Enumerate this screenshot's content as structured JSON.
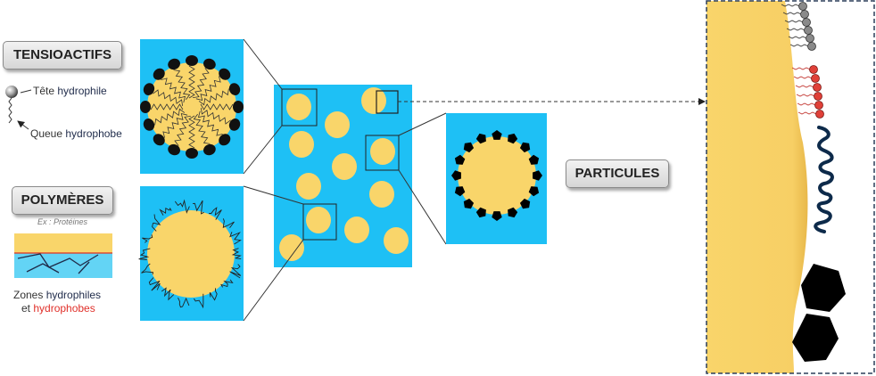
{
  "labels": {
    "surfactants": "TENSIOACTIFS",
    "polymers": "POLYMÈRES",
    "particles": "PARTICULES"
  },
  "surfactant_legend": {
    "head_prefix": "Tête ",
    "head_word": "hydrophile",
    "tail_prefix": "Queue ",
    "tail_word": "hydrophobe"
  },
  "polymer_legend": {
    "example": "Ex : Protéines",
    "zones_prefix": "Zones ",
    "zones_word": "hydrophiles",
    "and_word": "et ",
    "hydrophobic_word": "hydrophobes"
  },
  "colors": {
    "water": "#1ec0f5",
    "oil": "#f9d56a",
    "hydrophobic_text": "#e0302a",
    "legend_text": "#1f2b4a"
  }
}
